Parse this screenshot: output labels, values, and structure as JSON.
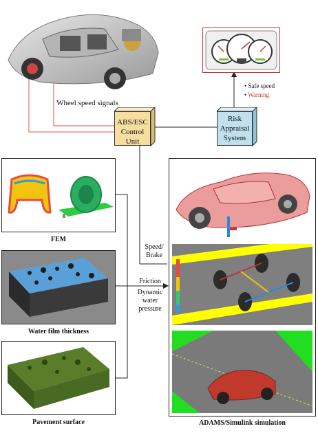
{
  "labels": {
    "wheel_speed": "Wheel speed signals",
    "abs_esc": "ABS/ESC Control Unit",
    "risk": "Risk Appraisal System",
    "safe_speed": "Safe speed",
    "warning": "Warning",
    "speed_brake": "Speed/ Brake",
    "friction": "Friction",
    "dynamic_pressure": "Dynamic water pressure"
  },
  "captions": {
    "fem": "FEM",
    "water_film": "Water film thickness",
    "pavement": "Pavement surface",
    "adams": "ADAMS/Simulink simulation"
  },
  "colors": {
    "abs_box": "#f6dea0",
    "risk_box": "#bfe0ec",
    "warning_text": "#c0392b",
    "signal_line": "#d0554f",
    "green_road": "#22dd22",
    "car_red": "#d9534f"
  }
}
